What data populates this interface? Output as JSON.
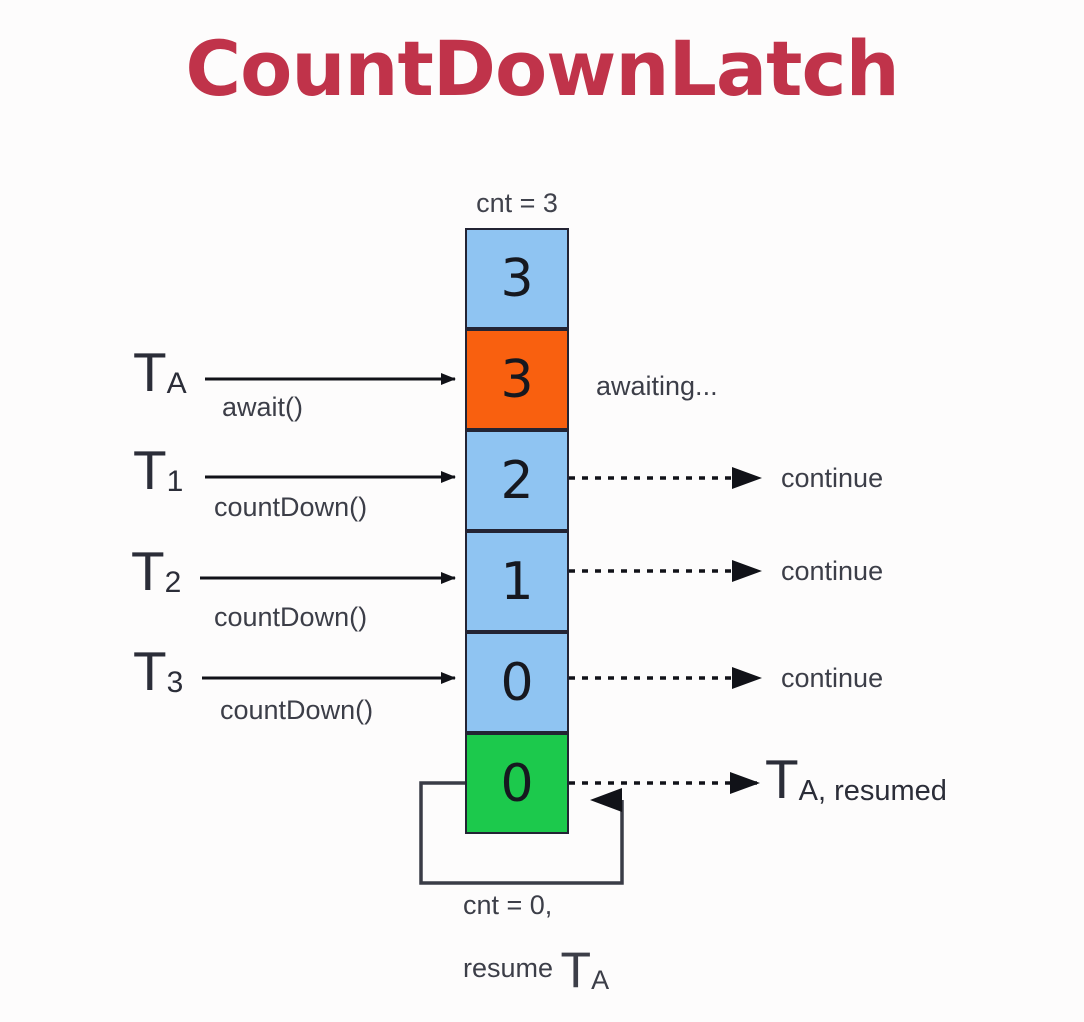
{
  "title": "CountDownLatch",
  "colors": {
    "title": "#c0334a",
    "block_blue": "#8fc4f2",
    "block_orange": "#f9600f",
    "block_green": "#1cc94c",
    "block_border": "#232434",
    "arrow": "#111218",
    "text": "#3c3e48",
    "background": "#fdfcfc"
  },
  "stack": {
    "top_label": "cnt = 3",
    "cells": [
      {
        "value": "3",
        "color": "blue"
      },
      {
        "value": "3",
        "color": "orange"
      },
      {
        "value": "2",
        "color": "blue"
      },
      {
        "value": "1",
        "color": "blue"
      },
      {
        "value": "0",
        "color": "blue"
      },
      {
        "value": "0",
        "color": "green"
      }
    ]
  },
  "threads": [
    {
      "name": "T",
      "subscript": "A",
      "method": "await()"
    },
    {
      "name": "T",
      "subscript": "1",
      "method": "countDown()"
    },
    {
      "name": "T",
      "subscript": "2",
      "method": "countDown()"
    },
    {
      "name": "T",
      "subscript": "3",
      "method": "countDown()"
    }
  ],
  "right_labels": {
    "awaiting": "awaiting...",
    "continue_1": "continue",
    "continue_2": "continue",
    "continue_3": "continue",
    "resumed_name": "T",
    "resumed_subscript": "A, resumed"
  },
  "loop": {
    "line1": "cnt = 0,",
    "line2_prefix": "resume ",
    "line2_name": "T",
    "line2_subscript": "A"
  }
}
